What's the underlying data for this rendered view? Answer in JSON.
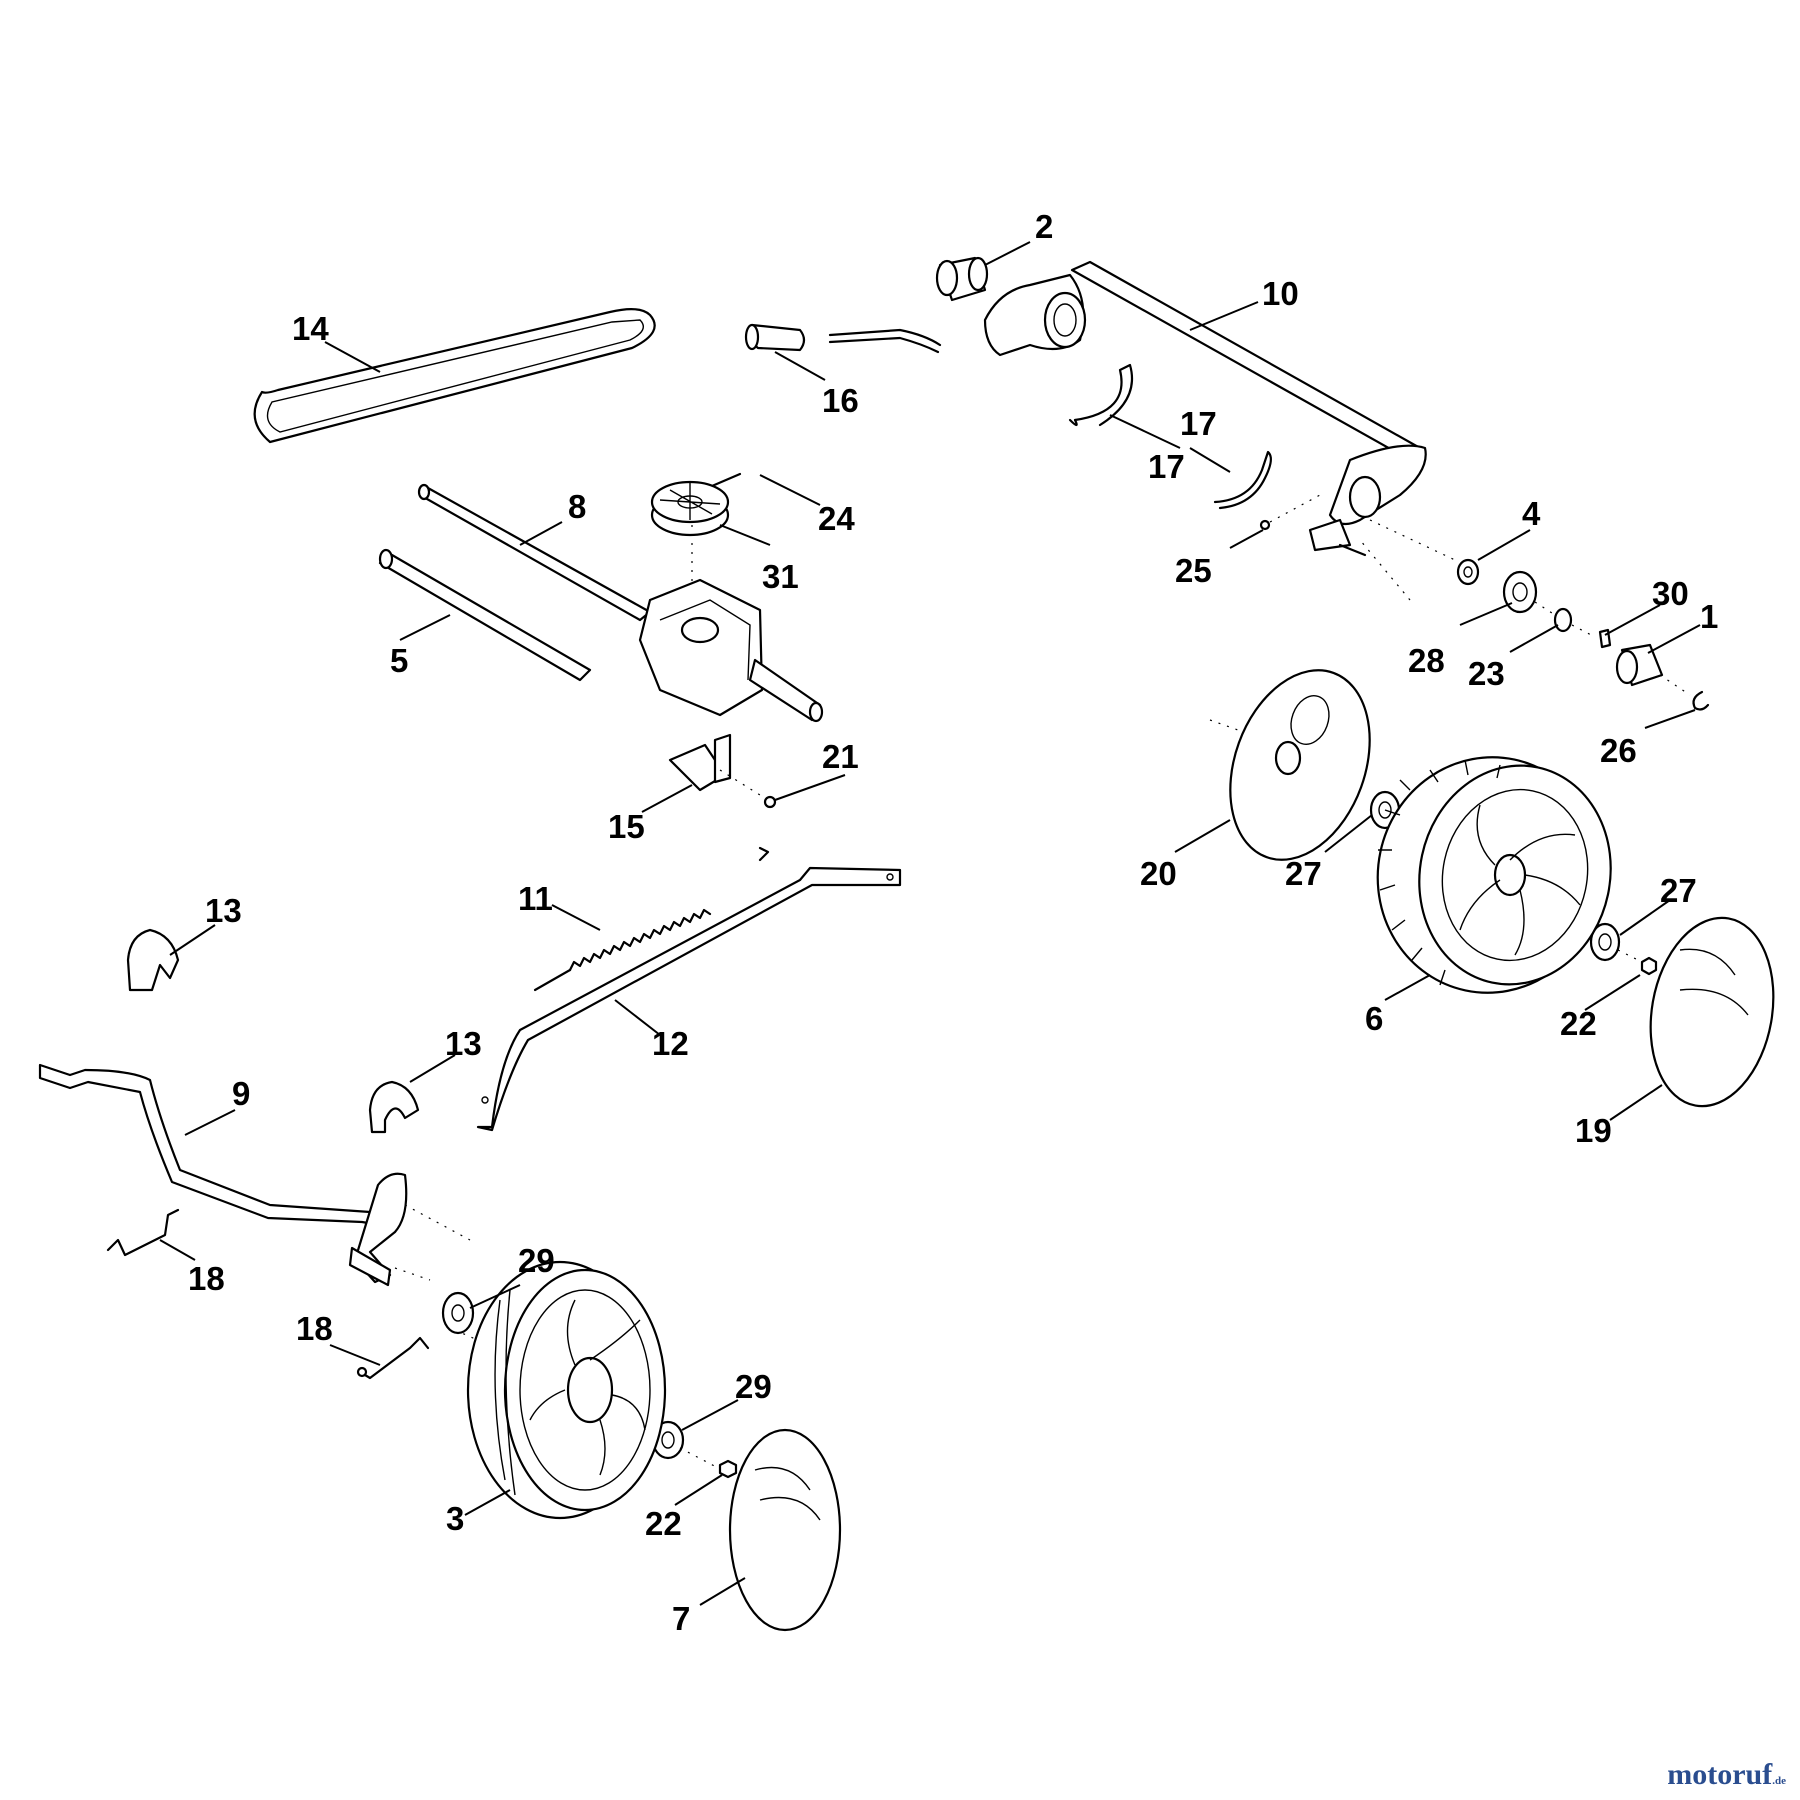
{
  "diagram": {
    "type": "exploded-parts-diagram",
    "callouts": [
      "1",
      "2",
      "3",
      "4",
      "5",
      "6",
      "7",
      "8",
      "9",
      "10",
      "11",
      "12",
      "13",
      "13",
      "14",
      "15",
      "16",
      "17",
      "17",
      "18",
      "18",
      "19",
      "20",
      "21",
      "22",
      "22",
      "23",
      "24",
      "25",
      "26",
      "27",
      "27",
      "28",
      "29",
      "29",
      "30",
      "31"
    ]
  },
  "brand": {
    "name": "motoruf",
    "tld": ".de",
    "color": "#2a4d8f"
  }
}
